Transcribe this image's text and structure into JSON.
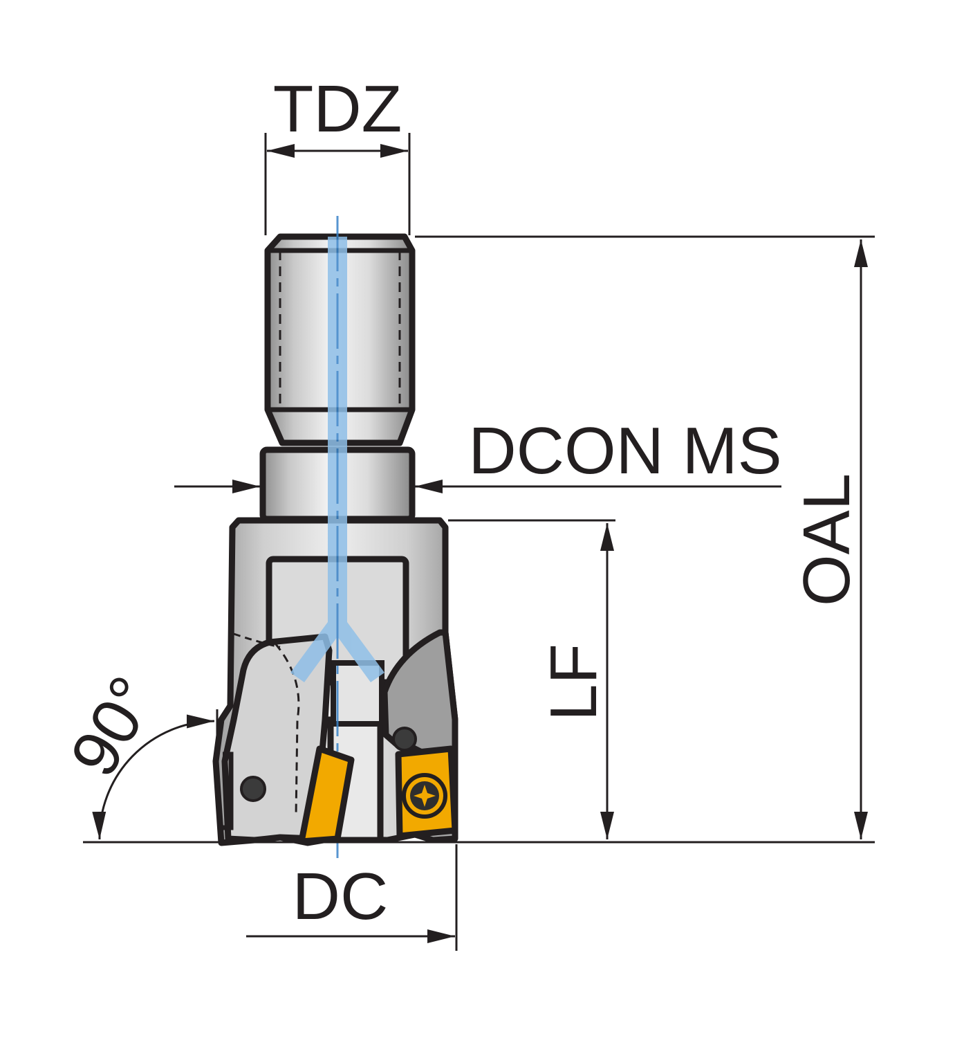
{
  "labels": {
    "tdz": "TDZ",
    "dcon_ms": "DCON MS",
    "oal": "OAL",
    "lf": "LF",
    "dc": "DC",
    "angle": "90°"
  },
  "colors": {
    "outline": "#231f20",
    "coolant": "#8fbfe8",
    "axis": "#3a83c8",
    "insert": "#f2a900",
    "body_light": "#e6e6e6",
    "body_mid": "#c6c6c6",
    "body_dark": "#9a9a9a"
  }
}
